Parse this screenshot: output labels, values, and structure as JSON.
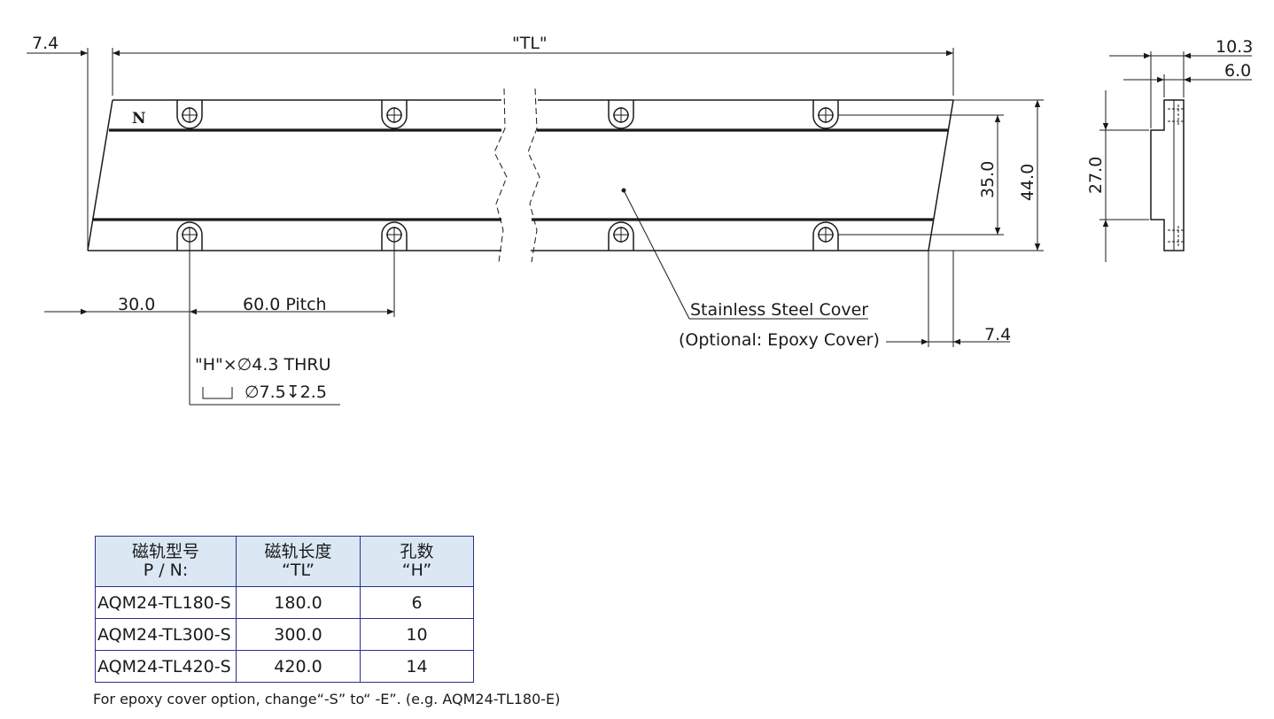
{
  "dimensions": {
    "left_offset": "7.4",
    "total_length": "\"TL\"",
    "top_width_a": "10.3",
    "top_width_b": "6.0",
    "hole_spacing": "35.0",
    "overall_height": "44.0",
    "side_height": "27.0",
    "first_hole": "30.0",
    "pitch": "60.0 Pitch",
    "right_offset": "7.4"
  },
  "labels": {
    "north_mark": "N",
    "cover_line1": "Stainless Steel Cover",
    "cover_line2": "(Optional: Epoxy Cover)",
    "hole_callout1": "\"H\"×∅4.3 THRU",
    "hole_callout2": "∅7.5↧2.5"
  },
  "table": {
    "headers": [
      {
        "line1": "磁轨型号",
        "line2": "P / N:"
      },
      {
        "line1": "磁轨长度",
        "line2": "“TL”"
      },
      {
        "line1": "孔数",
        "line2": "“H”"
      }
    ],
    "rows": [
      {
        "pn": "AQM24-TL180-S",
        "tl": "180.0",
        "h": "6"
      },
      {
        "pn": "AQM24-TL300-S",
        "tl": "300.0",
        "h": "10"
      },
      {
        "pn": "AQM24-TL420-S",
        "tl": "420.0",
        "h": "14"
      }
    ],
    "border_color": "#2a2f8a",
    "header_bg": "#dbe8f4"
  },
  "footnote": "For epoxy cover option, change“-S” to“ -E”. (e.g. AQM24-TL180-E)"
}
